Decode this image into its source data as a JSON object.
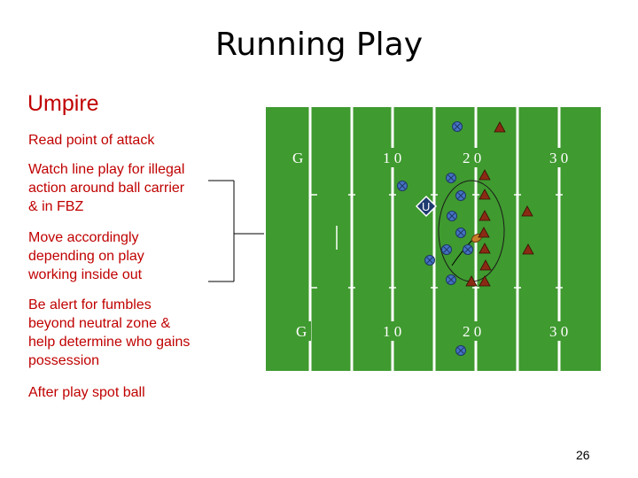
{
  "slide": {
    "title": "Running Play",
    "subtitle": "Umpire",
    "bullets": [
      "Read point of attack",
      "Watch line play for illegal action around ball carrier & in FBZ",
      "Move accordingly depending on play working inside out",
      "Be alert for fumbles beyond neutral zone & help determine who gains possession",
      "After play spot ball"
    ],
    "page_number": "26"
  },
  "field": {
    "yard_numbers_top": [
      "G",
      "1 0",
      "2 0",
      "3 0"
    ],
    "yard_numbers_bottom": [
      "G",
      "1 0",
      "2 0",
      "3 0"
    ],
    "umpire_label": "U",
    "colors": {
      "field": "#3f9a2f",
      "yard_line": "#ffffff",
      "defense": "#8b2a14",
      "offense_fill": "#4472c4",
      "offense_stroke": "#1f3864",
      "umpire": "#1f3b70",
      "bracket": "#000000"
    }
  }
}
